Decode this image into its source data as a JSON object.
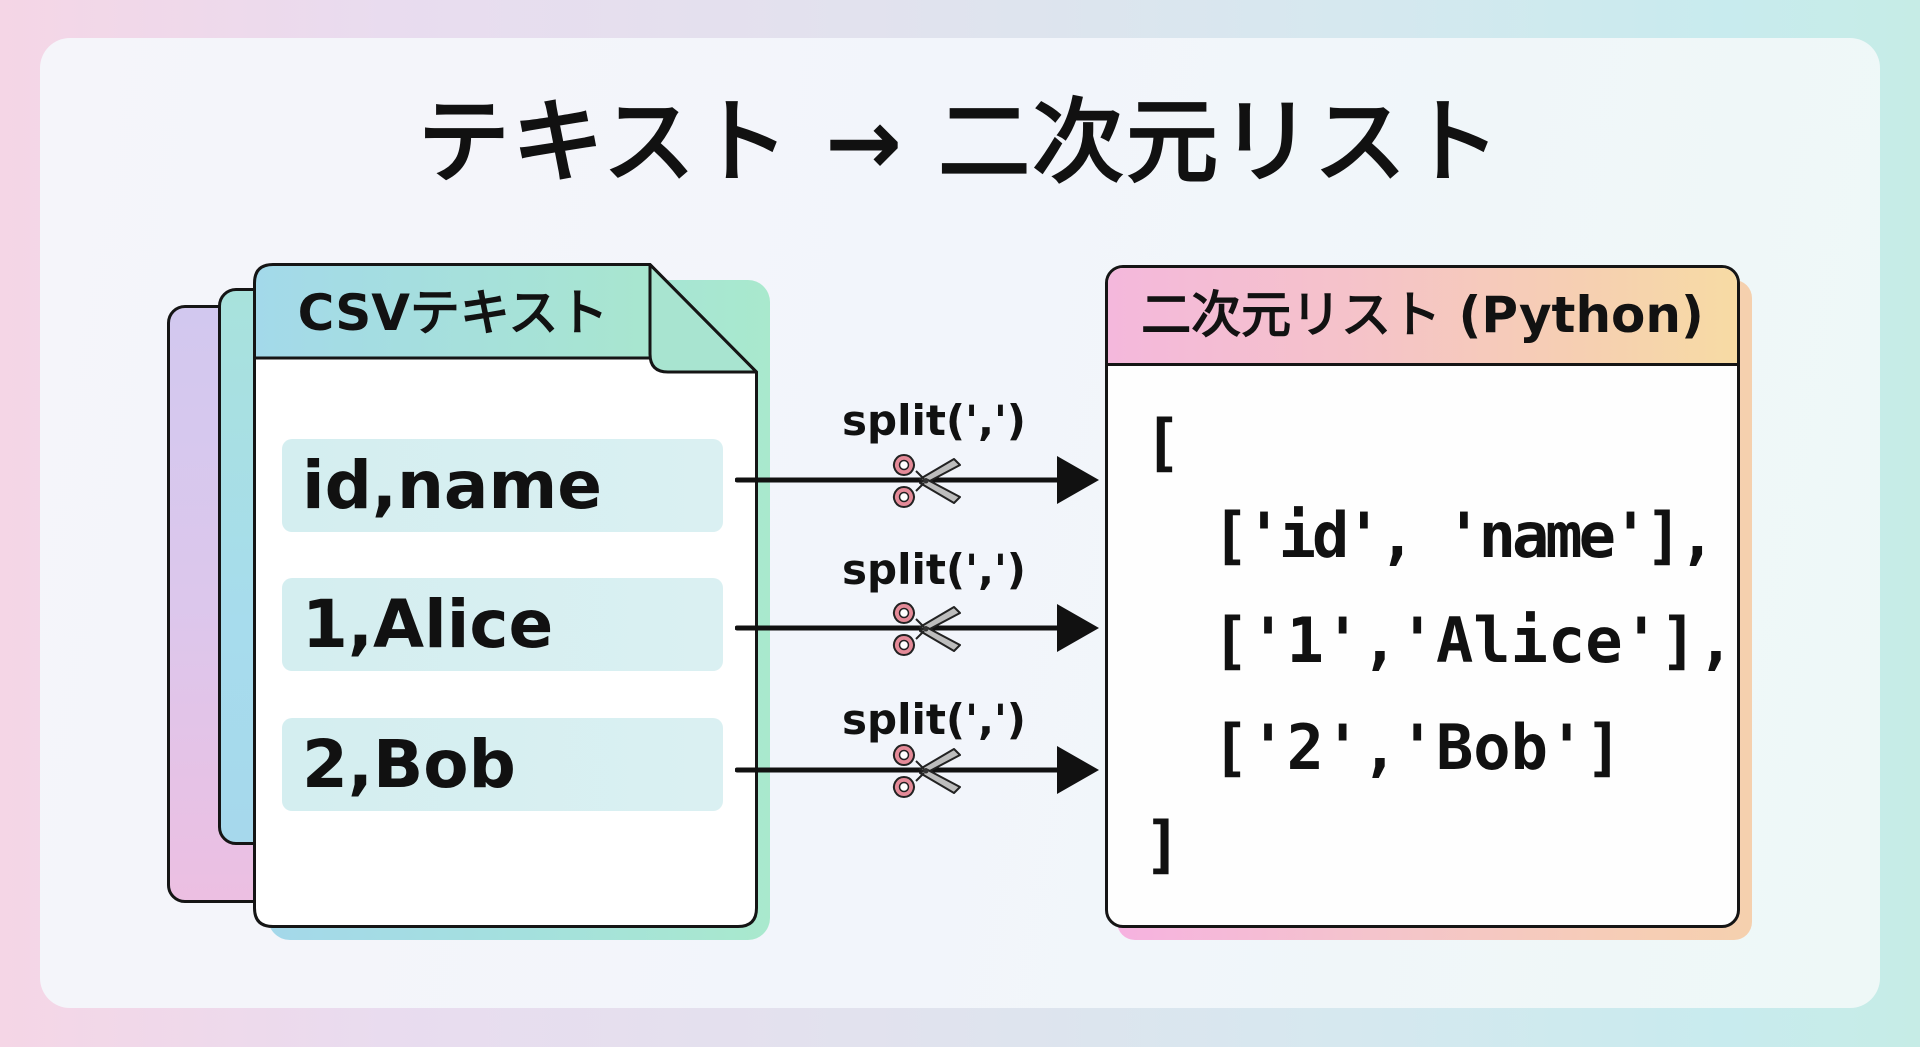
{
  "title": "テキスト → 二次元リスト",
  "csv_doc": {
    "header": "CSVテキスト",
    "rows": [
      "id,name",
      "1,Alice",
      "2,Bob"
    ],
    "colors": {
      "header_start": "#a3d9ea",
      "header_end": "#a8e6cf",
      "row_bg": "#d6eff1"
    }
  },
  "operation": {
    "label": "split(',')",
    "icon": "scissors-icon",
    "repeat": 3
  },
  "list_box": {
    "header": "二次元リスト (Python)",
    "code_lines": [
      "[",
      "['id', 'name'],",
      "['1','Alice'],",
      "['2','Bob']",
      "]"
    ],
    "colors": {
      "header_start": "#f4b8dc",
      "header_end": "#f7dba4"
    }
  }
}
